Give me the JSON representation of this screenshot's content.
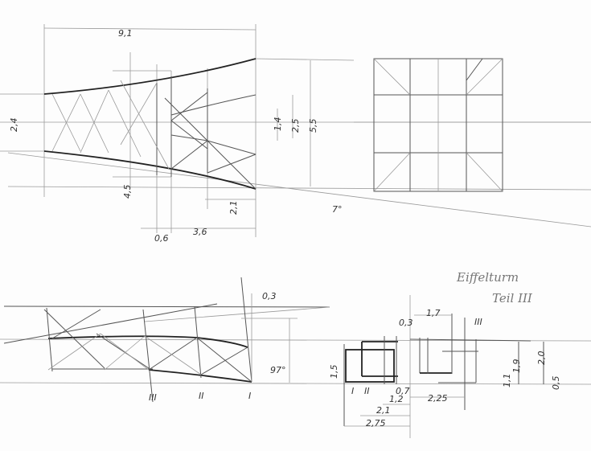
{
  "title": {
    "line1": "Eiffelturm",
    "line2": "Teil III"
  },
  "elevation_labels": {
    "top_width": "9,1",
    "left_height": "2,4",
    "offset_left": "4,5",
    "gap": "0,6",
    "section_len": "3,6",
    "right_offset": "2,1",
    "inner_h1": "1,4",
    "inner_h2": "2,5",
    "total_h": "5,5",
    "angle": "7°"
  },
  "lower_labels": {
    "offset": "0,3",
    "angle": "97°",
    "height": "1,5",
    "roman_III": "III",
    "roman_II": "II",
    "roman_I": "I"
  },
  "plan_labels": {
    "I": "I",
    "II": "II",
    "III": "III",
    "d07": "0,7",
    "d12": "1,2",
    "d21": "2,1",
    "d275": "2,75",
    "d225": "2,25",
    "d17": "1,7",
    "d03": "0,3",
    "d19": "1,9",
    "d20": "2,0",
    "d11": "1,1",
    "d05": "0,5"
  }
}
